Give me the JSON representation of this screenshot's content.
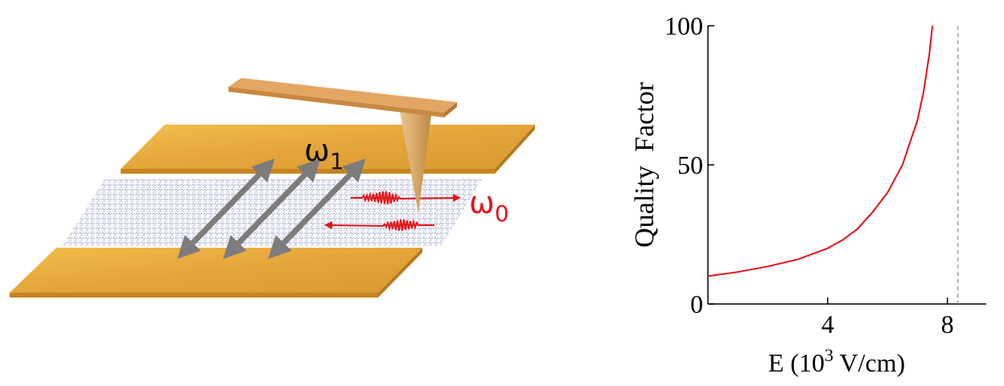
{
  "diagram": {
    "omega1_symbol": "ω",
    "omega1_subscript": "1",
    "omega0_symbol": "ω",
    "omega0_subscript": "0",
    "colors": {
      "gold": "#e8a93b",
      "gold_edge": "#c68522",
      "tip": "#d8a866",
      "mesh": "#9aa0c8",
      "arrow_gray": "#808080",
      "wave_red": "#e0141a"
    }
  },
  "chart_data": {
    "type": "line",
    "xlabel_prefix": "E (10",
    "xlabel_sup": "3",
    "xlabel_suffix": " V/cm)",
    "ylabel": "Quality  Factor",
    "xlim": [
      0,
      9.3
    ],
    "ylim": [
      0,
      100
    ],
    "xticks": [
      4,
      8
    ],
    "yticks": [
      0,
      50,
      100
    ],
    "vline_x": 8.35,
    "series": [
      {
        "color": "#e0141a",
        "x": [
          0,
          1,
          2,
          3,
          4,
          4.5,
          5,
          5.5,
          6,
          6.5,
          7,
          7.2,
          7.4,
          7.5
        ],
        "y": [
          10,
          11.5,
          13.5,
          16,
          20,
          23,
          27,
          33,
          40,
          50,
          66,
          76,
          90,
          100
        ]
      }
    ]
  }
}
